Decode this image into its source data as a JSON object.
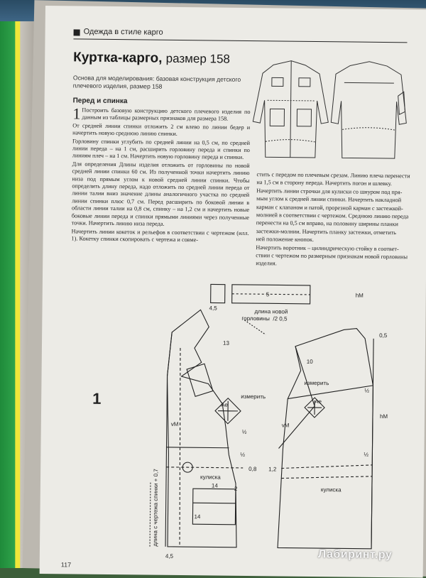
{
  "header": {
    "section_label": "Одежда в стиле карго"
  },
  "title": {
    "main": "Куртка-карго,",
    "size": "размер 158"
  },
  "intro": "Основа для моделирования: базовая конструкция детского плечевого изделия, размер 158",
  "section_title": "Перед и спинка",
  "col1": {
    "dropcap": "1",
    "paragraphs": [
      "Построить базовую конструкцию детского плечевого изделия по данным из таблицы размерных признаков для размера 158.",
      "От средней линии спинки отложить 2 см влево по линии бедер и начертить новую среднюю линию спинки.",
      "Горловину спинки углубить по средней линии на 0,5 см, по средней линии переда – на 1 см, расширить горловину переда и спинки по линиям плеч – на 1 см. Начертить новую горловину переда и спинки.",
      "Для определения Длины изделия отложить от горловины по новой средней линии спинки 60 см. Из полученной точки начертить линию низа под прямым углом к новой средней линии спинки. Чтобы определить длину переда, надо отложить по средней линии переда от линии талии вниз значение длины аналогичного участка по средней линии спинки плюс 0,7 см. Перед расширить по боковой линии в области линии талии на 0,8 см, спинку – на 1,2 см и начертить новые боковые линии переда и спинки прямыми линиями через полученные точки. Начертить линию низа переда.",
      "Начертить линии кокеток и рельефов в соответствии с чертежом (илл. 1). Кокетку спинки скопировать с чертежа и совме-"
    ]
  },
  "col2": {
    "lines": [
      "стить с передом по плечевым срезам. Линию плеча перенести",
      "на 1,5 см в сторону переда. Начертить погон и шлевку.",
      "Начертить линии строчки для кулиски со шнуром под пря-",
      "мым углом к средней линии спинки. Начертить накладной",
      "карман с клапаном и патой, прорезной карман с застежкой-",
      "молнией в соответствии с чертежом. Среднюю линию переда",
      "перенести на 0,5 см вправо, на половину ширины планки",
      "застежки-молнии. Начертить планку застежки, отметить",
      "ней положение кнопок.",
      "Начертить воротник – цилиндрическую стойку в соответ-",
      "ствии с чертежом по размерным признакам новой горловины",
      "изделия."
    ]
  },
  "figure": {
    "number": "1",
    "labels": {
      "dim_45_top": "4,5",
      "dim_5": "5",
      "collar_length": "длина новой",
      "collar_length2": "горловины",
      "collar_half": "/2 0,5",
      "val_05": "0,5",
      "val_10": "10",
      "val_13": "13",
      "val_08": "0,8",
      "val_12": "1,2",
      "val_14": "14",
      "val_14d": "14",
      "val_2": "2",
      "val_45_bottom": "4,5",
      "izmerit1": "измерить",
      "izmerit2": "измерить",
      "ae1": "Ae",
      "ae2": "Ae",
      "half1": "½",
      "half2": "½",
      "half3": "½",
      "half4": "½",
      "vm": "vM",
      "hm": "hM",
      "hm2": "hM",
      "vm2": "vM",
      "kuliska1": "кулиска",
      "kuliska2": "кулиска",
      "vertical_note": "длина с чертежа спинки + 0,7"
    }
  },
  "watermark": "Лабиринт.ру",
  "page_number": "117"
}
